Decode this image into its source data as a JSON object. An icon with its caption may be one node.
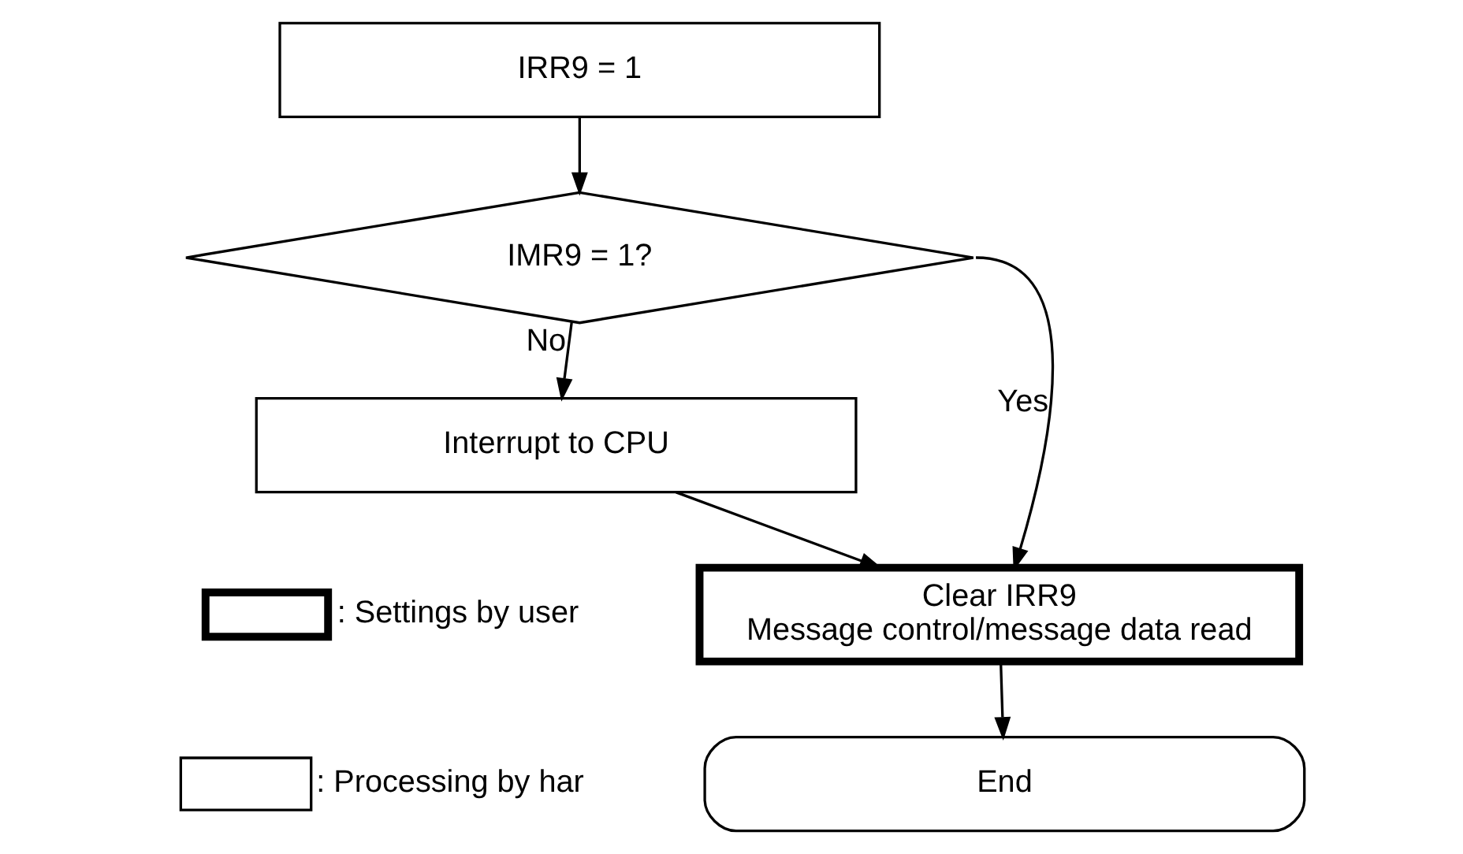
{
  "diagram": {
    "nodes": [
      {
        "text": [
          "IRR9 = 1"
        ]
      },
      {
        "text": [
          "IMR9 = 1?"
        ]
      },
      {
        "text": [
          "Interrupt to CPU"
        ]
      },
      {
        "text": [
          "Clear IRR9",
          "Message control/message data read"
        ]
      },
      {
        "text": [
          "End"
        ]
      }
    ],
    "edges": [
      {
        "from": 0,
        "to": 1,
        "arrow": "to"
      },
      {
        "from": 1,
        "to": 2,
        "arrow": "to",
        "label": "No"
      },
      {
        "from": 1,
        "to": 3,
        "arrow": "to",
        "label": "Yes"
      },
      {
        "from": 2,
        "to": 3,
        "arrow": "to"
      },
      {
        "from": 3,
        "to": 4,
        "arrow": "to"
      }
    ],
    "legend": [
      {
        "text": ": Settings by user"
      },
      {
        "text": ": Processing by har"
      }
    ]
  }
}
